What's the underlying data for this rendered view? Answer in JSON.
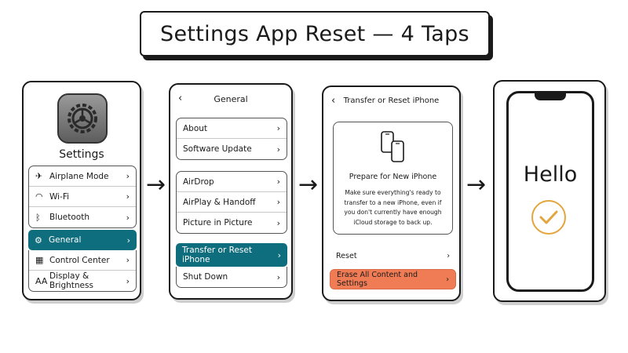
{
  "title": "Settings App Reset — 4 Taps",
  "panel1": {
    "app_label": "Settings",
    "group1": [
      {
        "icon": "airplane-icon",
        "glyph": "✈",
        "label": "Airplane Mode"
      },
      {
        "icon": "wifi-icon",
        "glyph": "◠",
        "label": "Wi-Fi"
      },
      {
        "icon": "bluetooth-icon",
        "glyph": "ᛒ",
        "label": "Bluetooth"
      }
    ],
    "group2": [
      {
        "icon": "gear-icon",
        "glyph": "⚙",
        "label": "General",
        "highlighted": true
      },
      {
        "icon": "control-center-icon",
        "glyph": "▦",
        "label": "Control Center"
      },
      {
        "icon": "display-icon",
        "glyph": "AA",
        "label": "Display & Brightness"
      }
    ]
  },
  "panel2": {
    "header": "General",
    "groupA": [
      "About",
      "Software Update"
    ],
    "groupB": [
      "AirDrop",
      "AirPlay & Handoff",
      "Picture in Picture"
    ],
    "groupC": [
      "Transfer or Reset iPhone",
      "Shut Down"
    ]
  },
  "panel3": {
    "header": "Transfer or Reset iPhone",
    "card_title": "Prepare for New iPhone",
    "card_body": "Make sure everything's ready to transfer to a new iPhone, even if you don't currently have enough iCloud storage to back up.",
    "reset_label": "Reset",
    "erase_label": "Erase All Content and Settings"
  },
  "panel4": {
    "hello": "Hello"
  },
  "colors": {
    "highlight": "#0f6e7d",
    "erase": "#f07c55",
    "check": "#e3a53d"
  }
}
